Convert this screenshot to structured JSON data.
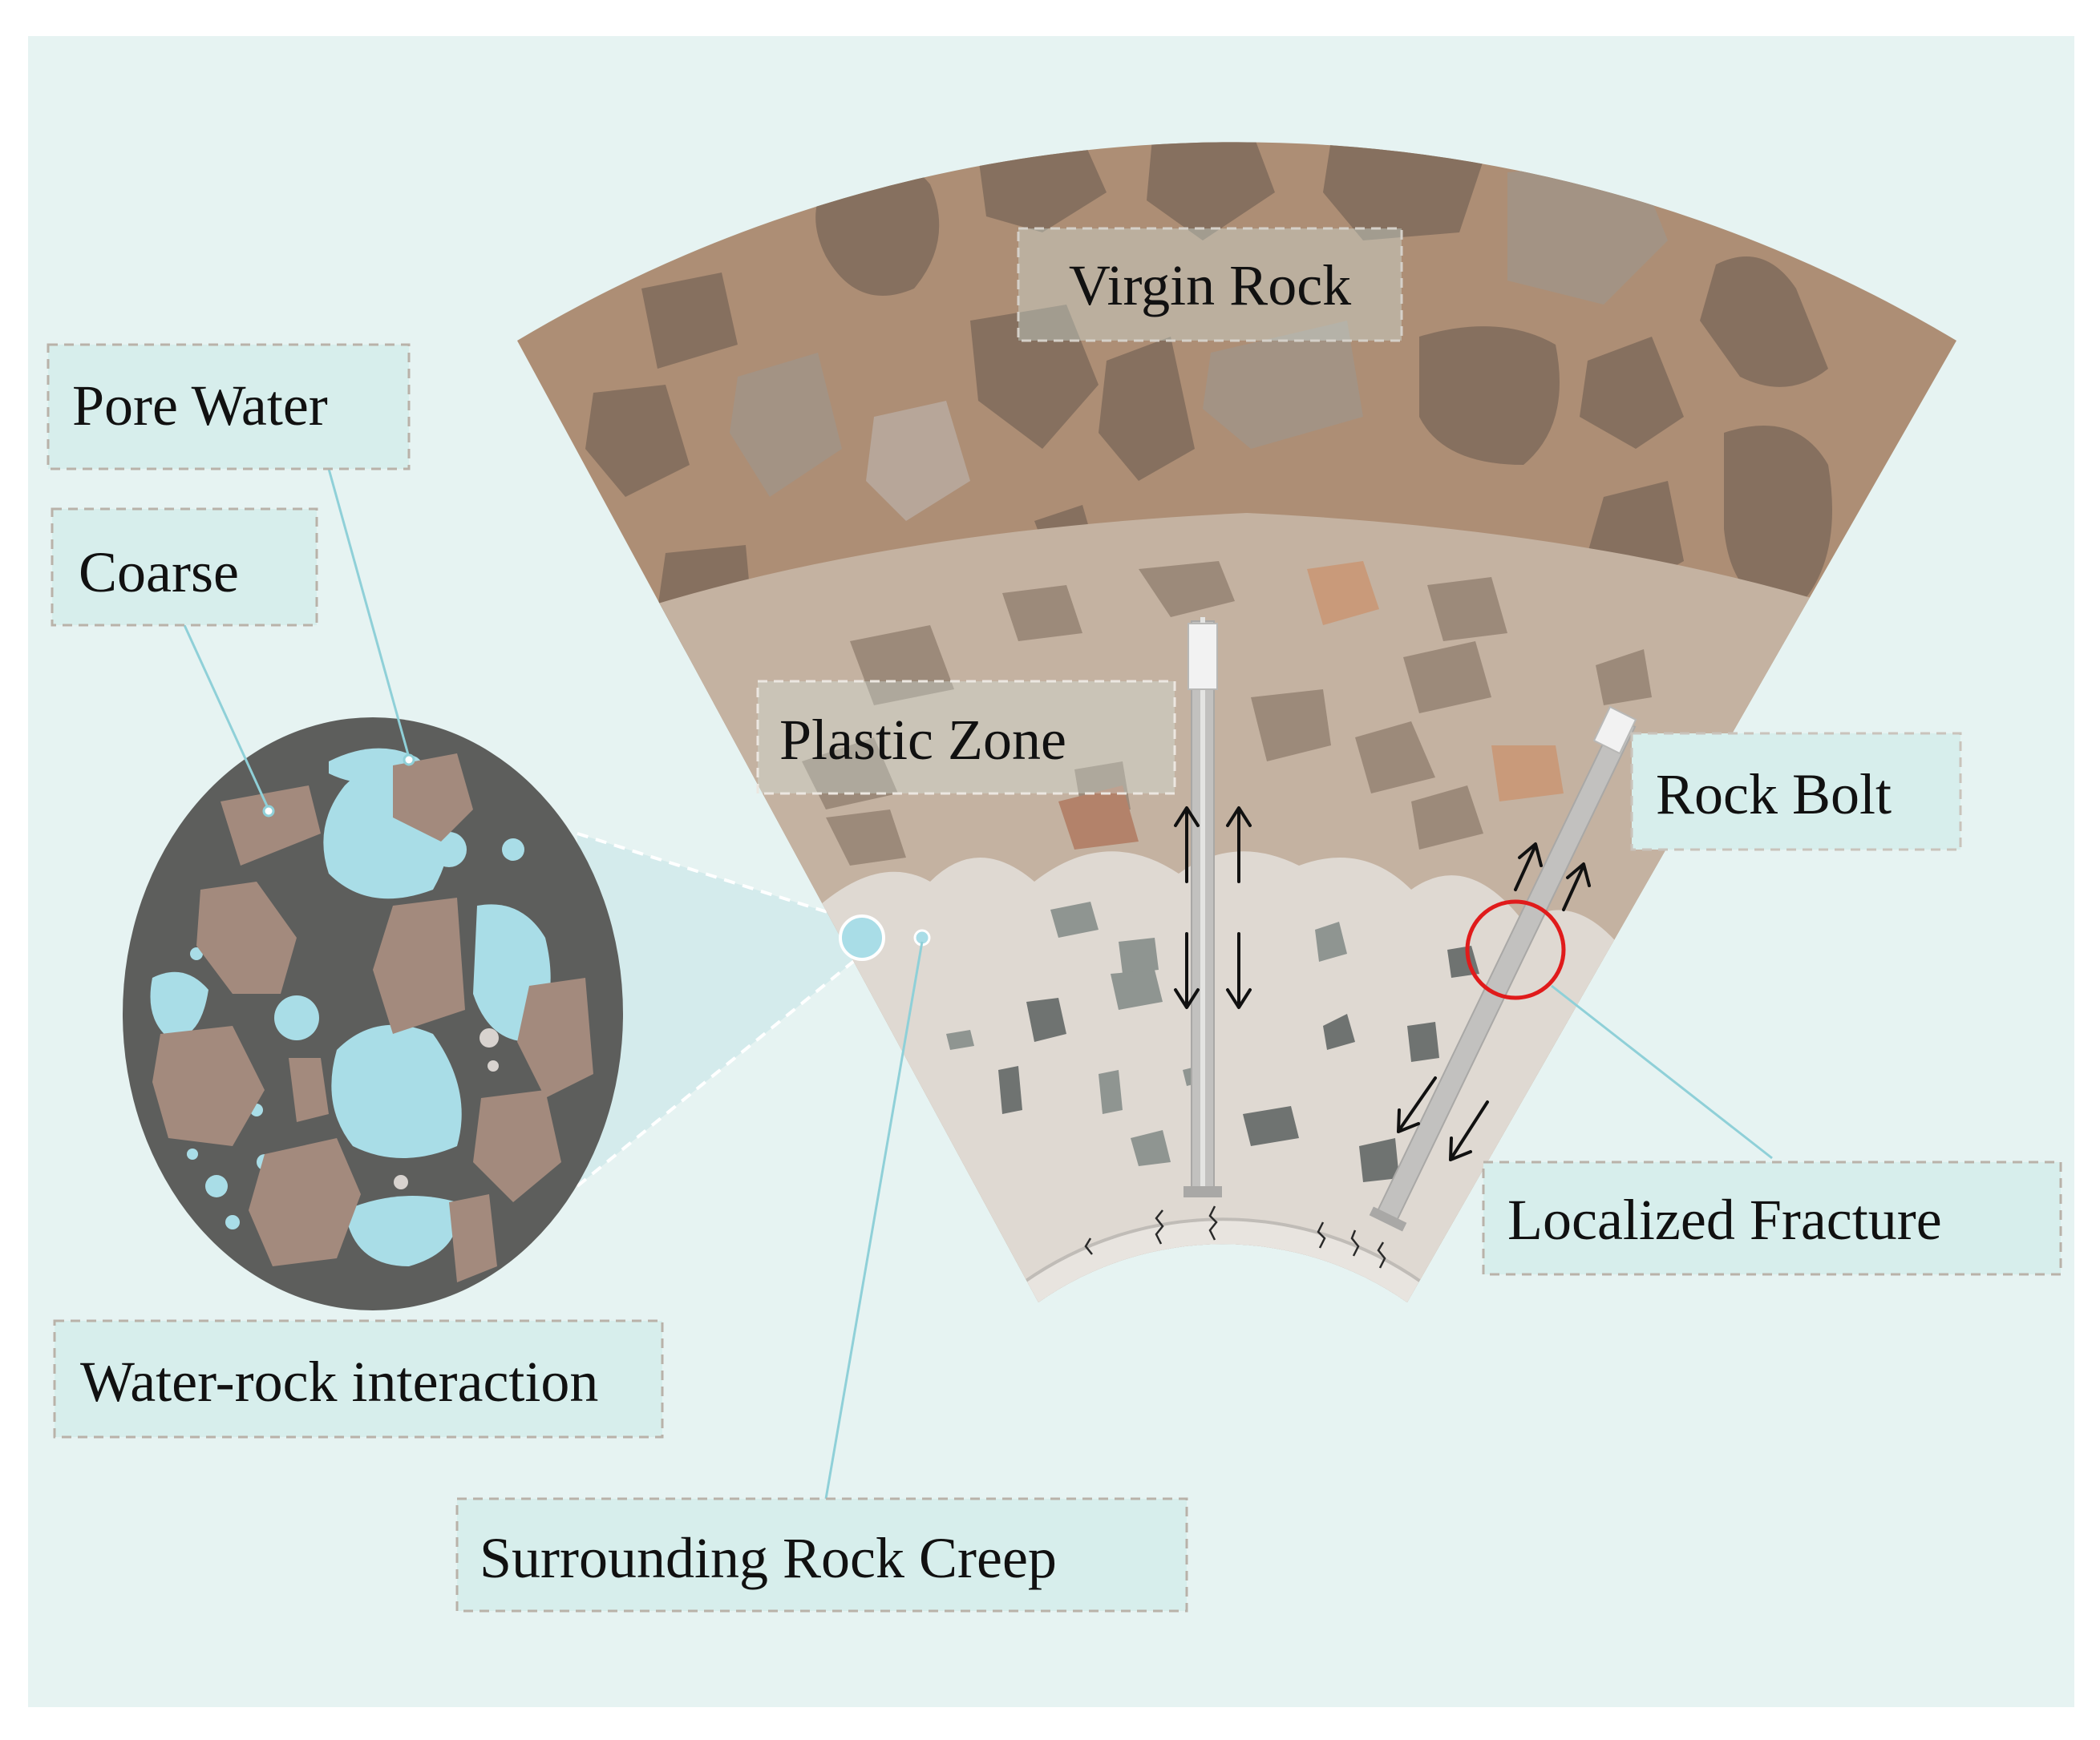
{
  "labels": {
    "virgin_rock": "Virgin Rock",
    "pore_water": "Pore Water",
    "coarse": "Coarse",
    "plastic_zone": "Plastic Zone",
    "rock_bolt": "Rock Bolt",
    "localized_fracture": "Localized Fracture",
    "water_rock_interaction": "Water-rock interaction",
    "surrounding_rock_creep": "Surrounding Rock Creep"
  },
  "colors": {
    "background": "#e6f3f2",
    "virgin_rock": "#ad8e75",
    "virgin_stone_dark": "#86705f",
    "virgin_stone_light": "#a39384",
    "plastic_zone": "#c4b2a1",
    "plastic_stone": "#9c8a7a",
    "inner_zone": "#dfd9d2",
    "inner_stone": "#8f9591",
    "lining": "#e8e4df",
    "bolt": "#c2c1bf",
    "bolt_head": "#f2f2f2",
    "circle_fill": "#5d5e5c",
    "water": "#a9dde7",
    "coarse_stone": "#a38a7d",
    "fracture_marker": "#e01b1b",
    "label_box": "#d7eeec",
    "label_border": "#b9b2a9",
    "leader": "#8fd0d8"
  }
}
